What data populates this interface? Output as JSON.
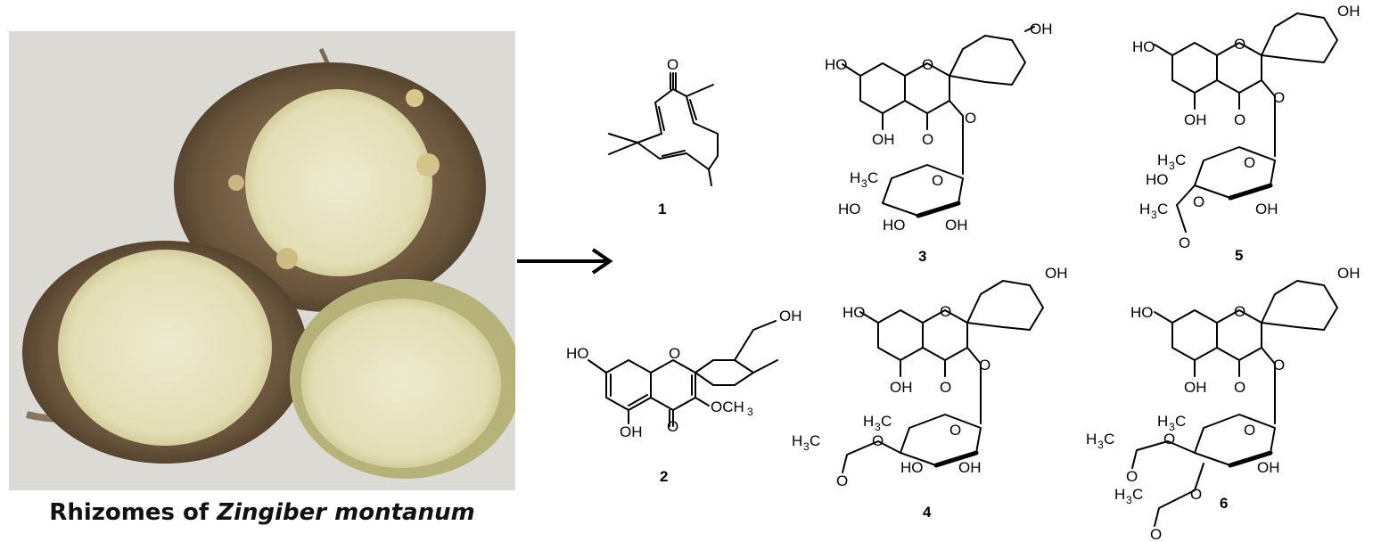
{
  "caption": {
    "prefix": "Rhizomes of ",
    "species": "Zingiber montanum"
  },
  "compounds": [
    {
      "label": "1"
    },
    {
      "label": "2"
    },
    {
      "label": "3"
    },
    {
      "label": "4"
    },
    {
      "label": "5"
    },
    {
      "label": "6"
    }
  ],
  "atoms": {
    "o": "O",
    "oh": "OH",
    "ho": "HO",
    "och3": "OCH",
    "three": "3",
    "h3c": "H",
    "h3c_c": "C"
  }
}
